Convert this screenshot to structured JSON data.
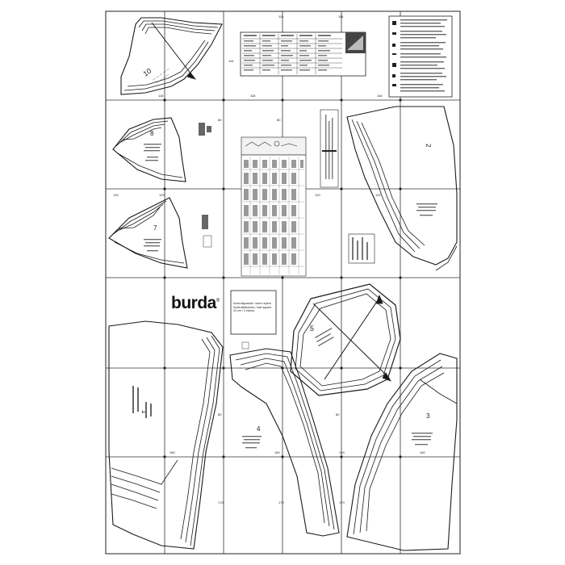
{
  "brand": {
    "name": "burda",
    "mark": "®"
  },
  "info_box": {
    "line1": "Kontrollquadrat / carré repère",
    "line2": "Kontrollkästchen / test square",
    "line3": "10 cm / 4 inches"
  },
  "pieces": [
    {
      "number": "10"
    },
    {
      "number": "8"
    },
    {
      "number": "7"
    },
    {
      "number": "1"
    },
    {
      "number": "4"
    },
    {
      "number": "5"
    },
    {
      "number": "3"
    },
    {
      "number": "2"
    }
  ],
  "grid_refs": {
    "top": [
      "116",
      "116",
      "116"
    ],
    "row1": [
      "118",
      "118",
      "118"
    ],
    "mid": [
      "120",
      "120",
      "120",
      "120",
      "120"
    ],
    "col": [
      "80",
      "80",
      "80",
      "80"
    ],
    "low": [
      "160",
      "160",
      "160",
      "160"
    ],
    "bottom": [
      "170",
      "170",
      "170"
    ]
  },
  "colors": {
    "ink": "#1a1a1a",
    "grid": "#333333",
    "paper": "#ffffff",
    "panel": "#f2f2f2"
  }
}
